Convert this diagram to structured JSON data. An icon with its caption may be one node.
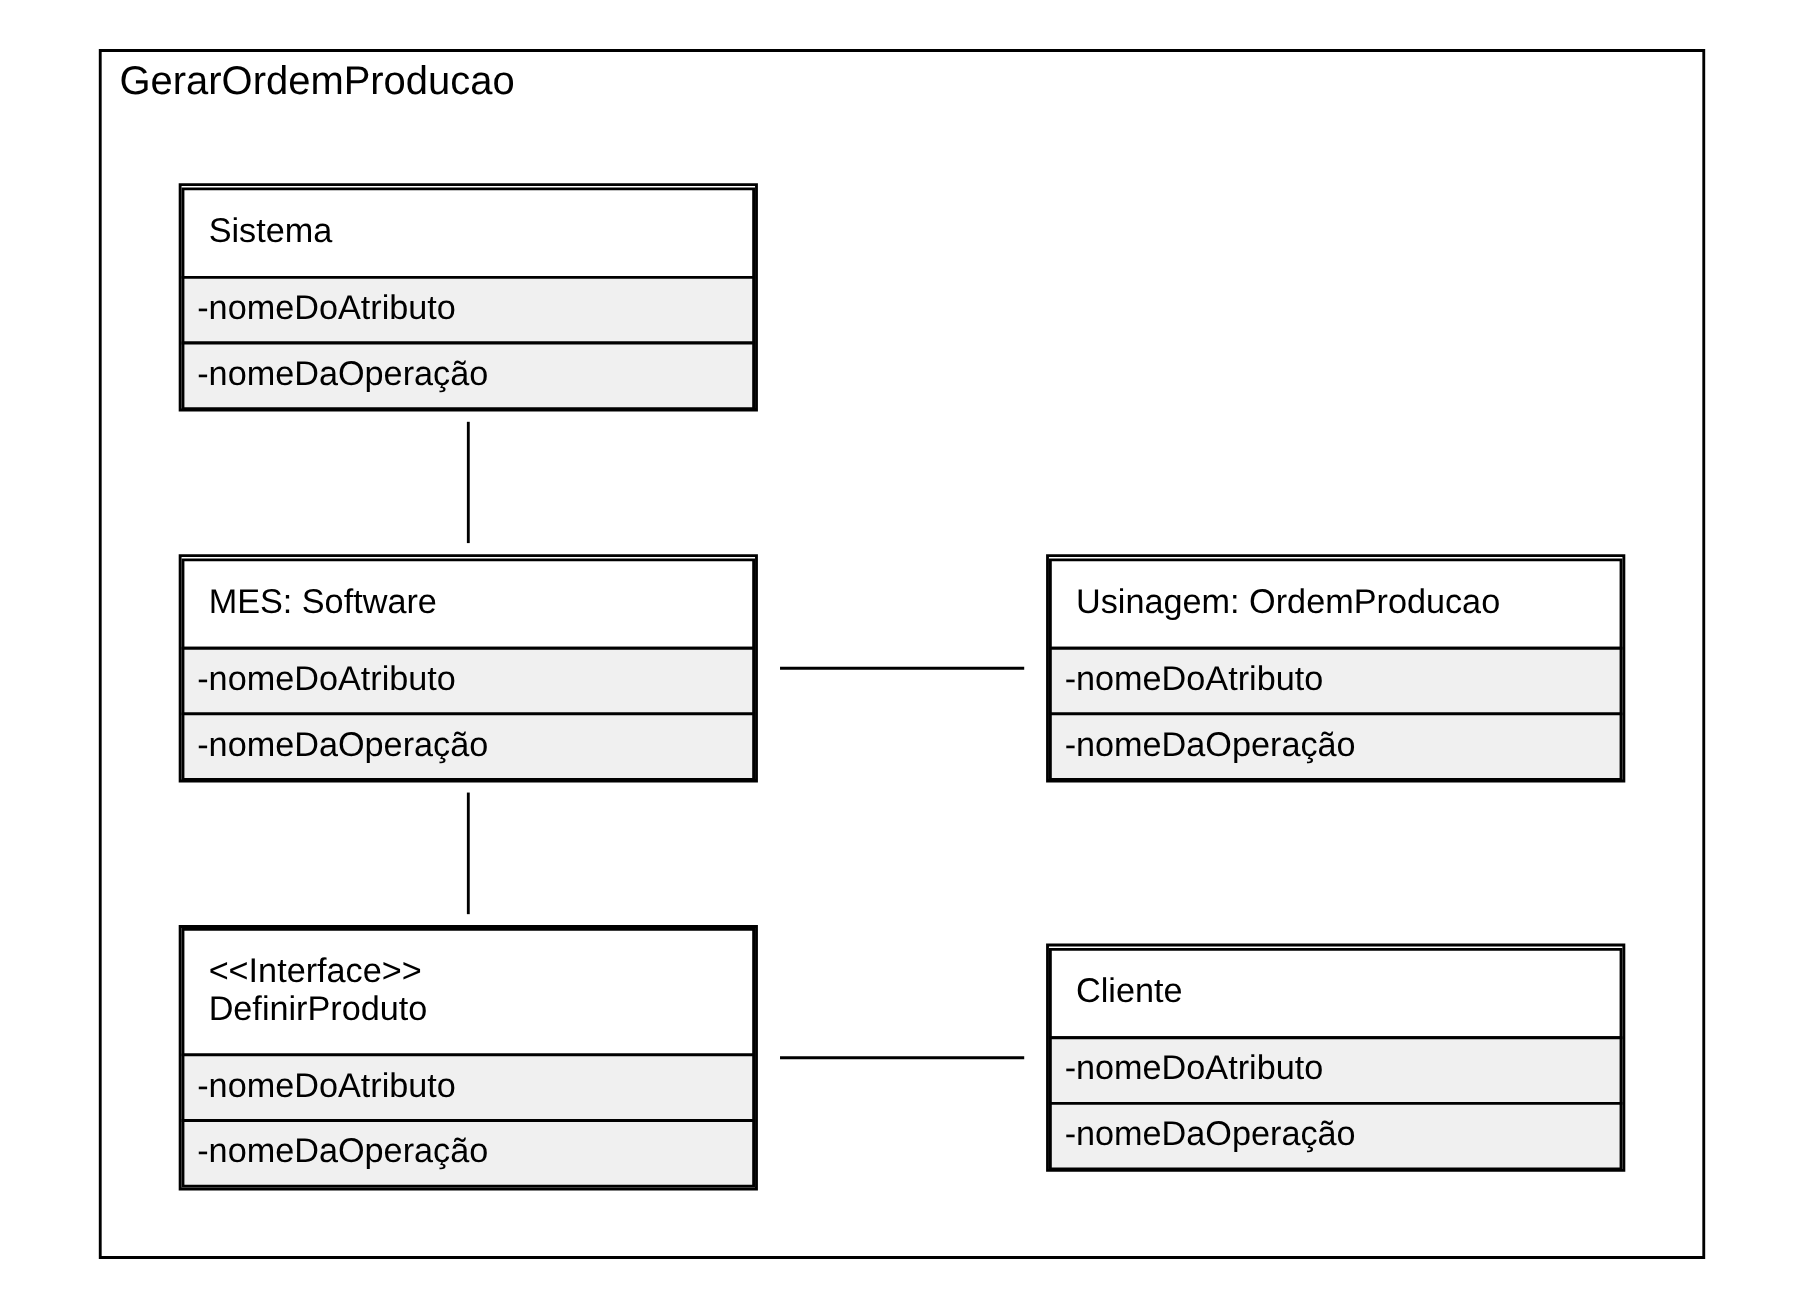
{
  "diagram": {
    "nodes": [
      {
        "text": [
          "GerarOrdemProducao"
        ]
      },
      {
        "text": [
          "Sistema",
          "-nomeDoAtributo",
          "-nomeDaOperação"
        ],
        "in": 0
      },
      {
        "text": [
          "MES: Software",
          "-nomeDoAtributo",
          "-nomeDaOperação"
        ],
        "in": 0
      },
      {
        "text": [
          "Usinagem: OrdemProducao",
          "-nomeDoAtributo",
          "-nomeDaOperação"
        ],
        "in": 0
      },
      {
        "text": [
          "<<Interface>>",
          "DefinirProduto",
          "-nomeDoAtributo",
          "-nomeDaOperação"
        ],
        "in": 0
      },
      {
        "text": [
          "Cliente",
          "-nomeDoAtributo",
          "-nomeDaOperação"
        ],
        "in": 0
      }
    ],
    "edges": [
      {
        "from": 1,
        "to": 2,
        "arrow": "none"
      },
      {
        "from": 2,
        "to": 3,
        "arrow": "none"
      },
      {
        "from": 2,
        "to": 4,
        "arrow": "none"
      },
      {
        "from": 4,
        "to": 5,
        "arrow": "none"
      }
    ]
  }
}
